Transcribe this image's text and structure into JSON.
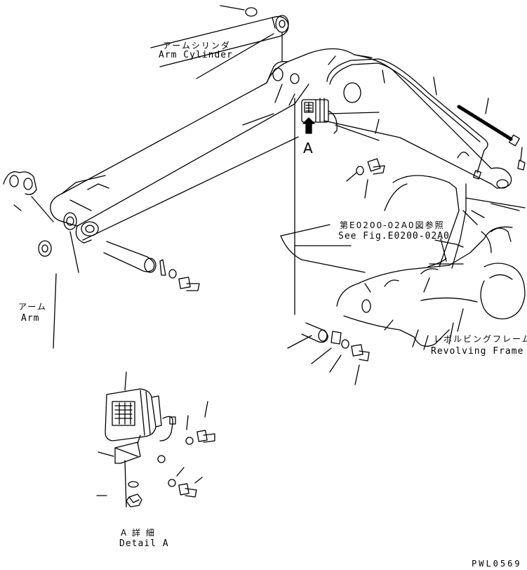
{
  "labels": {
    "arm_cylinder_jp": "アームシリンダ",
    "arm_cylinder_en": "Arm Cylinder",
    "arm_jp": "アーム",
    "arm_en": "Arm",
    "view_marker": "A",
    "see_fig_jp": "第E0200-02A0図参照",
    "see_fig_en": "See Fig.E0200-02A0",
    "revolving_frame_jp": "レボルビングフレーム",
    "revolving_frame_en": "Revolving Frame",
    "detail_jp": "A 詳 細",
    "detail_en": "Detail A",
    "drawing_code": "PWL0569"
  }
}
